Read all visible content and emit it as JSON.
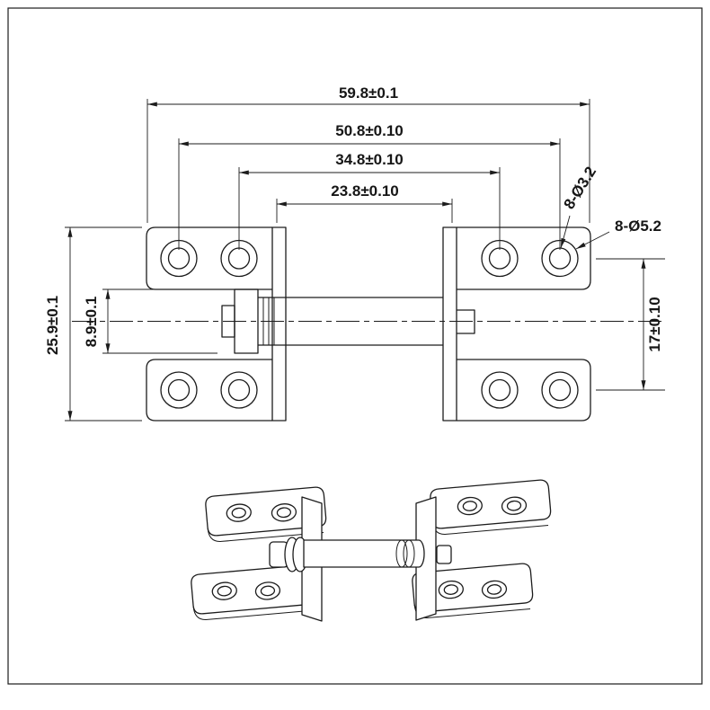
{
  "drawing": {
    "doc_type": "engineering dimension drawing",
    "part": "concealed pivot hinge with two leaves, eight counterbored screw holes and center barrel",
    "dimensions": {
      "overall_width": "59.8±0.1",
      "hole_span_outer": "50.8±0.10",
      "hole_span_inner": "34.8±0.10",
      "knuckle_length": "23.8±0.10",
      "overall_height": "25.9±0.1",
      "barrel_diameter": "8.9±0.1",
      "hole_row_spacing": "17±0.10",
      "hole_callout_small": "8-Ø3.2",
      "hole_callout_large": "8-Ø5.2"
    },
    "colors": {
      "line": "#1c1c1c",
      "background": "#ffffff"
    }
  }
}
